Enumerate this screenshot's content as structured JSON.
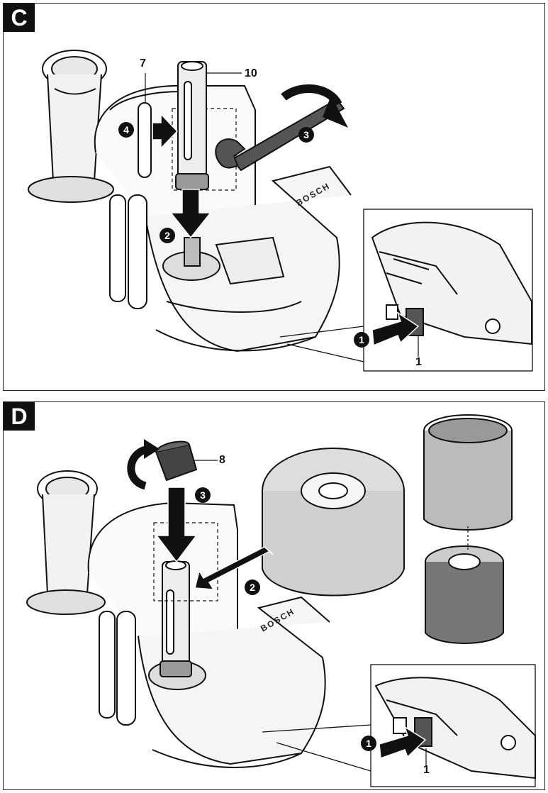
{
  "panels": [
    {
      "letter": "C",
      "callouts": {
        "n7": "7",
        "n10": "10",
        "n1": "1"
      },
      "steps": {
        "s1": "1",
        "s2": "2",
        "s3": "3",
        "s4": "4"
      },
      "brand": "BOSCH"
    },
    {
      "letter": "D",
      "callouts": {
        "n8": "8",
        "n1": "1"
      },
      "steps": {
        "s1": "1",
        "s2": "2",
        "s3": "3"
      },
      "brand": "BOSCH"
    }
  ]
}
